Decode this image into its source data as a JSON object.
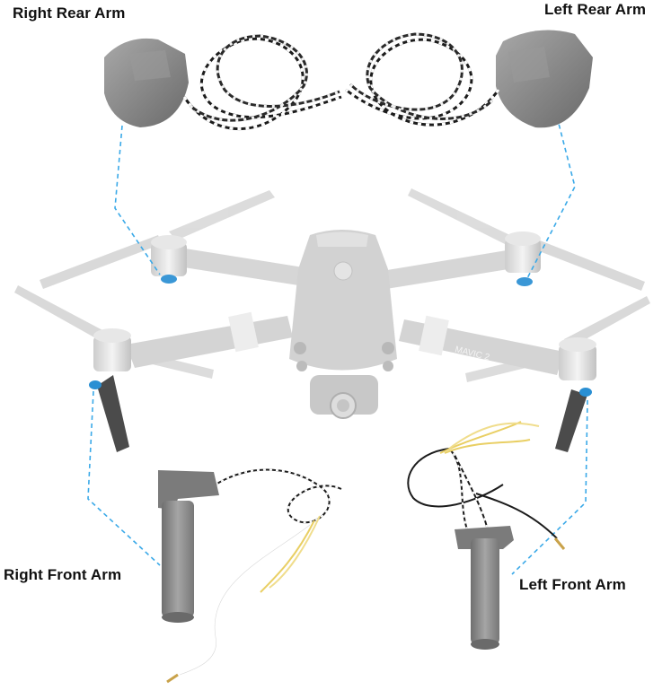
{
  "labels": {
    "right_rear": "Right Rear Arm",
    "left_rear": "Left Rear Arm",
    "right_front": "Right Front Arm",
    "left_front": "Left Front Arm"
  },
  "drone": {
    "body_text": "MAVIC 2"
  },
  "colors": {
    "part_gray": "#8e8e8e",
    "drone_gray": "#d4d4d4",
    "guide_blue": "#3aa9e8",
    "wire_white": "#ffffff",
    "wire_dark": "#1c1c1c",
    "wire_yellow": "#e9cf64"
  }
}
